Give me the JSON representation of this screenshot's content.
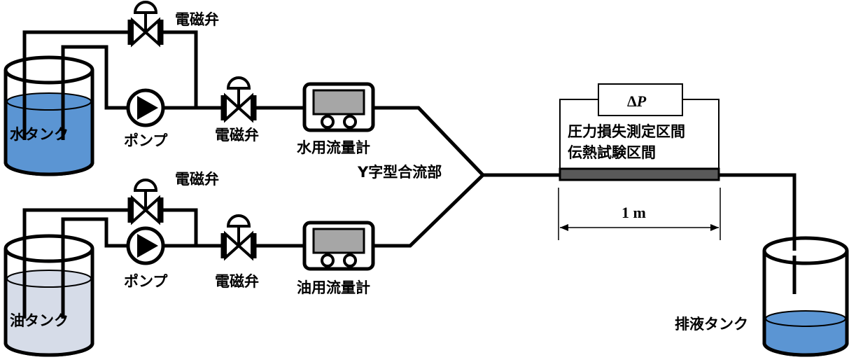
{
  "labels": {
    "water_tank": "水タンク",
    "oil_tank": "油タンク",
    "drain_tank": "排液タンク",
    "pump": "ポンプ",
    "solenoid_valve": "電磁弁",
    "water_flowmeter": "水用流量計",
    "oil_flowmeter": "油用流量計",
    "y_junction": "Y字型合流部",
    "delta_p_symbol": "Δ",
    "delta_p_var": "P",
    "test_section_line1": "圧力損失測定区間",
    "test_section_line2": "伝熱試験区間",
    "length": "1 m"
  },
  "colors": {
    "water_fill": "#5b95d3",
    "oil_fill": "#d6dce8",
    "drain_fill": "#5b95d3",
    "flowmeter_screen": "#a6a6a6",
    "test_section": "#595959"
  }
}
